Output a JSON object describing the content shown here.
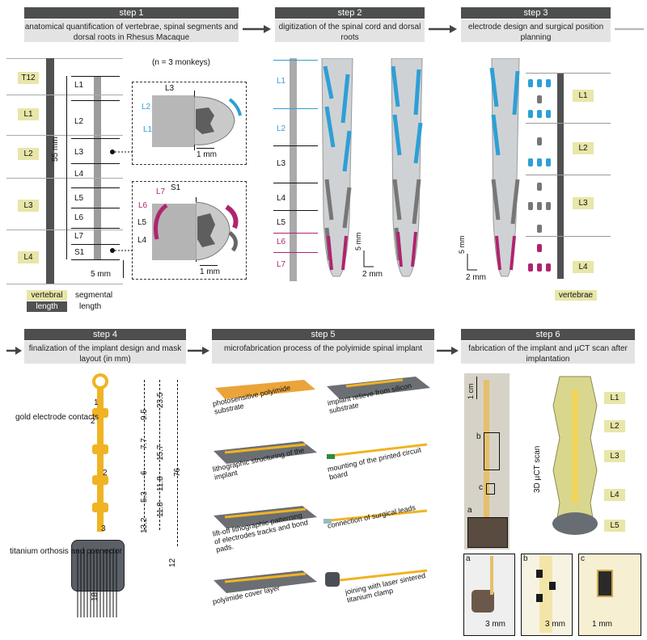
{
  "steps": [
    {
      "label": "step 1",
      "desc": "anatomical quantification of vertebrae, spinal segments and dorsal roots in Rhesus Macaque"
    },
    {
      "label": "step 2",
      "desc": "digitization of the spinal cord and dorsal roots"
    },
    {
      "label": "step 3",
      "desc": "electrode design and surgical position planning"
    },
    {
      "label": "step 4",
      "desc": "finalization of the implant design and mask layout (in mm)"
    },
    {
      "label": "step 5",
      "desc": "microfabrication process of the polyimide spinal implant"
    },
    {
      "label": "step 6",
      "desc": "fabrication of the implant and µCT scan after implantation"
    }
  ],
  "step1": {
    "n_monkeys": "(n = 3 monkeys)",
    "vertebrae": [
      "T12",
      "L1",
      "L2",
      "L3",
      "L4"
    ],
    "segments": [
      "L1",
      "L2",
      "L3",
      "L4",
      "L5",
      "L6",
      "L7",
      "S1"
    ],
    "length": "55 mm",
    "scale": "5 mm",
    "legend_vertebral": "vertebral",
    "legend_length": "length",
    "legend_segmental": "segmental",
    "legend_seg_length": "length",
    "section_top_labels": [
      "L3",
      "L2",
      "L1"
    ],
    "section_top_scale": "1 mm",
    "section_bottom_labels": [
      "L7",
      "S1",
      "L6",
      "L5",
      "L4"
    ],
    "section_bottom_scale": "1 mm"
  },
  "step2": {
    "segments": [
      "L1",
      "L2",
      "L3",
      "L4",
      "L5",
      "L6",
      "L7"
    ],
    "scale_v": "5 mm",
    "scale_h": "2 mm"
  },
  "step3": {
    "vertebrae": [
      "L1",
      "L2",
      "L3",
      "L4"
    ],
    "scale_v": "5 mm",
    "scale_h": "2 mm",
    "legend": "vertebrae"
  },
  "step4": {
    "gold": "gold electrode contacts",
    "titanium": "titanium orthosis and connector",
    "dims": [
      "1",
      "2",
      "9.5",
      "23.5",
      "7.7",
      "15.7",
      "2",
      "6",
      "11.8",
      "76",
      "5.3",
      "11.8",
      "3",
      "13.2",
      "12",
      "18"
    ]
  },
  "step5": {
    "steps": [
      "photosensitive polyimide substrate",
      "implant relieve from silicon substrate",
      "lithographic structuring of the implant",
      "mounting of the printed circuit board",
      "lift-off lithographic patterning of electrodes tracks and bond pads.",
      "connection of surgical leads",
      "polyimide cover layer",
      "joining with laser sintered titanium clamp"
    ]
  },
  "step6": {
    "scale": "1 cm",
    "ct": "3D µCT scan",
    "vertebrae": [
      "L1",
      "L2",
      "L3",
      "L4",
      "L5"
    ],
    "inset_labels": [
      "a",
      "b",
      "c"
    ],
    "inset_scales": [
      "3 mm",
      "3 mm",
      "1 mm"
    ],
    "markers": [
      "b",
      "c",
      "a"
    ]
  },
  "colors": {
    "header": "#4d4f4f",
    "sub": "#e3e3e3",
    "vert": "#e8e6a8",
    "blue": "#2e9fd6",
    "magenta": "#b0246e",
    "gold": "#f0b323"
  }
}
